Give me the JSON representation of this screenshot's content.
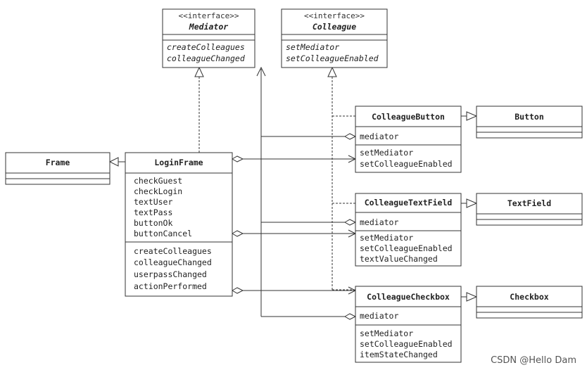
{
  "stereotype": "<<interface>>",
  "mediator": {
    "name": "Mediator",
    "methods": [
      "createColleagues",
      "colleagueChanged"
    ]
  },
  "colleague": {
    "name": "Colleague",
    "methods": [
      "setMediator",
      "setColleagueEnabled"
    ]
  },
  "frame": {
    "name": "Frame"
  },
  "loginframe": {
    "name": "LoginFrame",
    "fields": [
      "checkGuest",
      "checkLogin",
      "textUser",
      "textPass",
      "buttonOk",
      "buttonCancel"
    ],
    "methods": [
      "createColleagues",
      "colleagueChanged",
      "userpassChanged",
      "actionPerformed"
    ]
  },
  "colleaguebutton": {
    "name": "ColleagueButton",
    "fields": [
      "mediator"
    ],
    "methods": [
      "setMediator",
      "setColleagueEnabled"
    ]
  },
  "colleaguetextfield": {
    "name": "ColleagueTextField",
    "fields": [
      "mediator"
    ],
    "methods": [
      "setMediator",
      "setColleagueEnabled",
      "textValueChanged"
    ]
  },
  "colleaguecheckbox": {
    "name": "ColleagueCheckbox",
    "fields": [
      "mediator"
    ],
    "methods": [
      "setMediator",
      "setColleagueEnabled",
      "itemStateChanged"
    ]
  },
  "button": {
    "name": "Button"
  },
  "textfield": {
    "name": "TextField"
  },
  "checkbox": {
    "name": "Checkbox"
  },
  "watermark": "CSDN @Hello Dam"
}
